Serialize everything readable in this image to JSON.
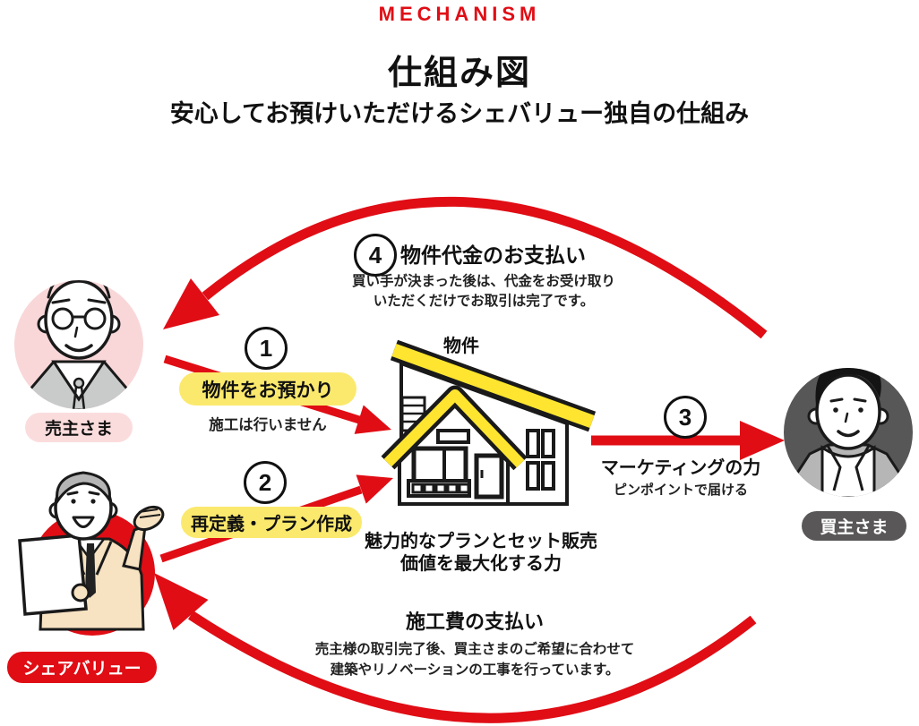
{
  "header": {
    "eyebrow": "MECHANISM",
    "title": "仕組み図",
    "subtitle": "安心してお預けいただけるシェバリュー独自の仕組み"
  },
  "actors": {
    "seller": {
      "label": "売主さま"
    },
    "sharevalue": {
      "label": "シェアバリュー"
    },
    "buyer": {
      "label": "買主さま"
    },
    "property": {
      "label": "物件"
    }
  },
  "steps": [
    {
      "number": "1",
      "label": "物件をお預かり",
      "note": "施工は行いません"
    },
    {
      "number": "2",
      "label": "再定義・プラン作成"
    },
    {
      "number": "3",
      "label": "マーケティングの力",
      "note": "ピンポイントで届ける"
    },
    {
      "number": "4",
      "label": "物件代金のお支払い",
      "note_line1": "買い手が決まった後は、代金をお受け取り",
      "note_line2": "いただくだけでお取引は完了です。"
    }
  ],
  "property_caption": {
    "line1": "魅力的なプランとセット販売",
    "line2": "価値を最大化する力"
  },
  "construction_payment": {
    "title": "施工費の支払い",
    "desc_line1": "売主様の取引完了後、買主さまのご希望に合わせて",
    "desc_line2": "建築やリノベーションの工事を行っています。"
  },
  "colors": {
    "accent_red": "#e00d15",
    "highlight_yellow": "#fbe96d",
    "roof_yellow": "#ffe52f",
    "seller_pink": "#f9d7d8",
    "buyer_gray": "#595757"
  }
}
